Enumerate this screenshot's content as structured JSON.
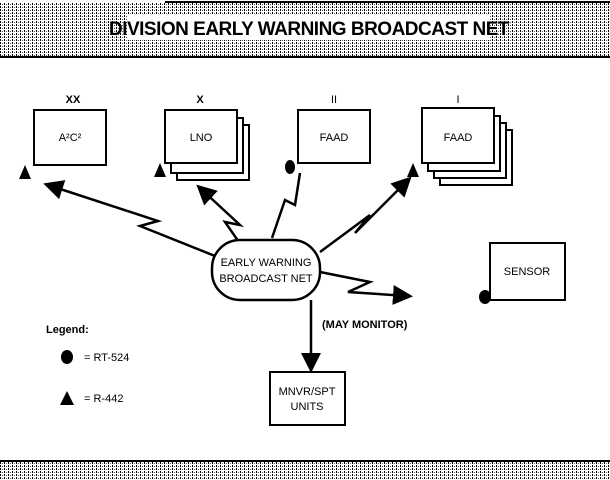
{
  "title": "DIVISION EARLY WARNING BROADCAST NET",
  "nodes": {
    "a2c2": {
      "echelon": "XX",
      "label": "A²C²"
    },
    "lno": {
      "echelon": "X",
      "label": "LNO"
    },
    "faad_ii": {
      "echelon": "II",
      "label": "FAAD"
    },
    "faad_i": {
      "echelon": "I",
      "label": "FAAD"
    },
    "sensor": {
      "label": "SENSOR"
    },
    "hub": {
      "line1": "EARLY WARNING",
      "line2": "BROADCAST NET"
    },
    "mnvr": {
      "line1": "MNVR/SPT",
      "line2": "UNITS"
    }
  },
  "may_monitor": "(MAY MONITOR)",
  "legend": {
    "title": "Legend:",
    "items": [
      {
        "icon": "circle-icon",
        "label": "= RT-524"
      },
      {
        "icon": "triangle-icon",
        "label": "= R-442"
      }
    ]
  }
}
